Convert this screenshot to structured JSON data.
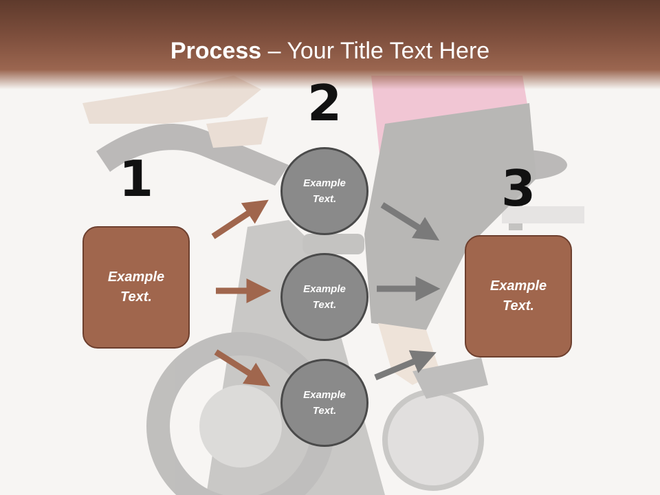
{
  "title": {
    "bold": "Process",
    "rest": " – Your Title Text Here"
  },
  "steps": [
    {
      "number": "1",
      "label": "Example\nText."
    },
    {
      "number": "2"
    },
    {
      "number": "3",
      "label": "Example\nText."
    }
  ],
  "circles": [
    {
      "label": "Example\nText."
    },
    {
      "label": "Example\nText."
    },
    {
      "label": "Example\nText."
    }
  ],
  "colors": {
    "brown_box": "#a0664d",
    "brown_arrow": "#a0664d",
    "gray_circle": "#8a8a8a",
    "gray_arrow": "#7a7a7a",
    "title_band": "#7d4e3c"
  }
}
